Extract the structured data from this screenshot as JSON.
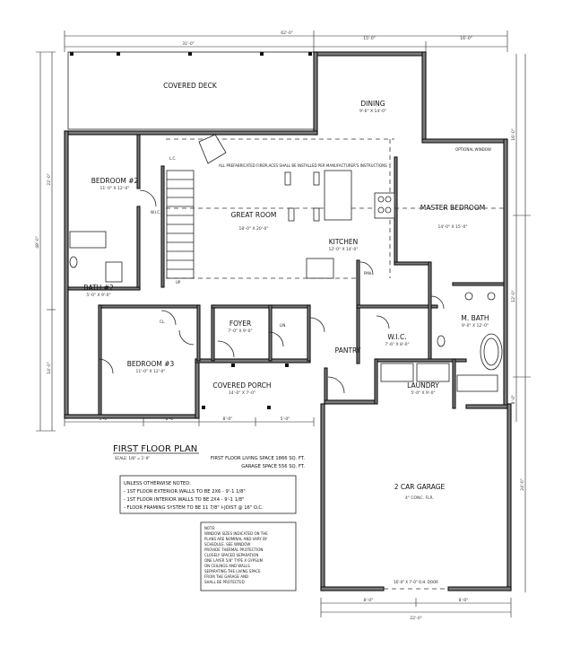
{
  "drawing": {
    "title": "FIRST FLOOR PLAN",
    "scale": "SCALE: 1/8\" = 1'-0\"",
    "living_space": "FIRST FLOOR LIVING SPACE 1866 SQ. FT.",
    "garage_space": "GARAGE SPACE 556 SQ. FT."
  },
  "rooms": {
    "covered_deck": {
      "name": "COVERED DECK",
      "size": ""
    },
    "dining": {
      "name": "DINING",
      "size": "9'-6\" X 14'-0\""
    },
    "bedroom2": {
      "name": "BEDROOM #2",
      "size": "11'-0\" X 12'-0\""
    },
    "great_room": {
      "name": "GREAT ROOM",
      "size": "18'-0\" X 20'-0\""
    },
    "master_bedroom": {
      "name": "MASTER BEDROOM",
      "size": "14'-0\" X 15'-0\""
    },
    "kitchen": {
      "name": "KITCHEN",
      "size": "12'-0\" X 14'-0\""
    },
    "bath2": {
      "name": "BATH #2",
      "size": "5'-0\" X 9'-0\""
    },
    "foyer": {
      "name": "FOYER",
      "size": "7'-0\" X 9'-0\""
    },
    "pantry": {
      "name": "PANTRY",
      "size": ""
    },
    "master_bath": {
      "name": "M. BATH",
      "size": "9'-0\" X 12'-0\""
    },
    "wic": {
      "name": "W.I.C.",
      "size": "7'-6\" X 8'-0\""
    },
    "bedroom3": {
      "name": "BEDROOM #3",
      "size": "11'-0\" X 12'-0\""
    },
    "covered_porch": {
      "name": "COVERED PORCH",
      "size": "14'-0\" X 7'-0\""
    },
    "laundry": {
      "name": "LAUNDRY",
      "size": "5'-0\" X 9'-0\""
    },
    "garage": {
      "name": "2 CAR GARAGE",
      "size": "4\" CONC. FLR."
    }
  },
  "callouts": {
    "fireplace": "ALL PREFABRICATED FIREPLACES SHALL BE INSTALLED PER MANUFACTURER'S INSTRUCTIONS",
    "closet_lc": "L.C.",
    "wic_small": "W.I.C.",
    "pantry_small": "PAN.",
    "closet_small": "CL.",
    "linen": "LIN.",
    "optional_window": "OPTIONAL WINDOW",
    "stair_note": "UP",
    "overhead_door": "16'-0\" X 7'-0\" O.H. DOOR"
  },
  "dimensions": {
    "overall_top": "62'-0\"",
    "top_left": "31'-0\"",
    "top_mid": "15'-0\"",
    "top_right": "16'-0\"",
    "left_overall": "48'-0\"",
    "left_upper": "22'-0\"",
    "left_lower": "14'-0\"",
    "bottom_left_1": "5'-0\"",
    "bottom_left_2": "8'-0\"",
    "bottom_left_3": "8'-0\"",
    "bottom_left_4": "5'-0\"",
    "garage_bottom_1": "8'-0\"",
    "garage_bottom_2": "8'-0\"",
    "garage_bottom_overall": "22'-0\"",
    "garage_side": "24'-0\"",
    "right_upper": "16'-0\"",
    "right_mid": "12'-0\"",
    "right_lower": "8'-0\""
  },
  "notes": {
    "wall_notes": [
      "UNLESS OTHERWISE NOTED:",
      "- 1ST FLOOR EXTERIOR WALLS TO BE 2X6 - 9'-1 1/8\"",
      "- 1ST FLOOR INTERIOR WALLS TO BE 2X4 - 9'-1 1/8\"",
      "- FLOOR FRAMING SYSTEM TO BE 11 7/8\" I-JOIST @ 16\" O.C."
    ],
    "general_notes": [
      "NOTE:",
      "WINDOW SIZES INDICATED ON THE",
      "PLANS ARE NOMINAL AND VARY BY",
      "SCHEDULE. SEE WINDOW",
      "PROVIDE THERMAL PROTECTION",
      "CLOSELY SPACED SEPARATION",
      "ONE LAYER 5/8\" TYPE X GYPSUM",
      "ON CEILINGS AND WALLS",
      "SEPARATING THE LIVING SPACE",
      "FROM THE GARAGE AND",
      "SHALL BE PROTECTED"
    ]
  }
}
